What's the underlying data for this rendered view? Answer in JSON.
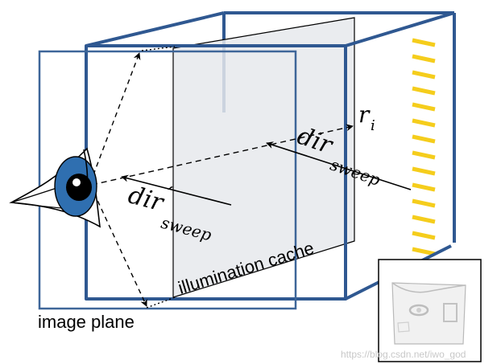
{
  "labels": {
    "image_plane": "image plane",
    "illumination_cache": "illumination cache",
    "r_i_base": "r",
    "r_i_sub": "i",
    "dir_sweep_right": "dir",
    "dir_sweep_right_sub": "sweep",
    "dir_sweep_left": "dir",
    "dir_sweep_left_prime": "′",
    "dir_sweep_left_sub": "sweep"
  },
  "watermark": "https://blog.csdn.net/iwo_god",
  "colors": {
    "box_edge": "#2f5891",
    "image_plane_edge": "#3e6699",
    "cache_fill": "#e6e9ec",
    "light_stripe": "#f5cd1c",
    "iris": "#2f6fb0",
    "ray": "#000000"
  }
}
